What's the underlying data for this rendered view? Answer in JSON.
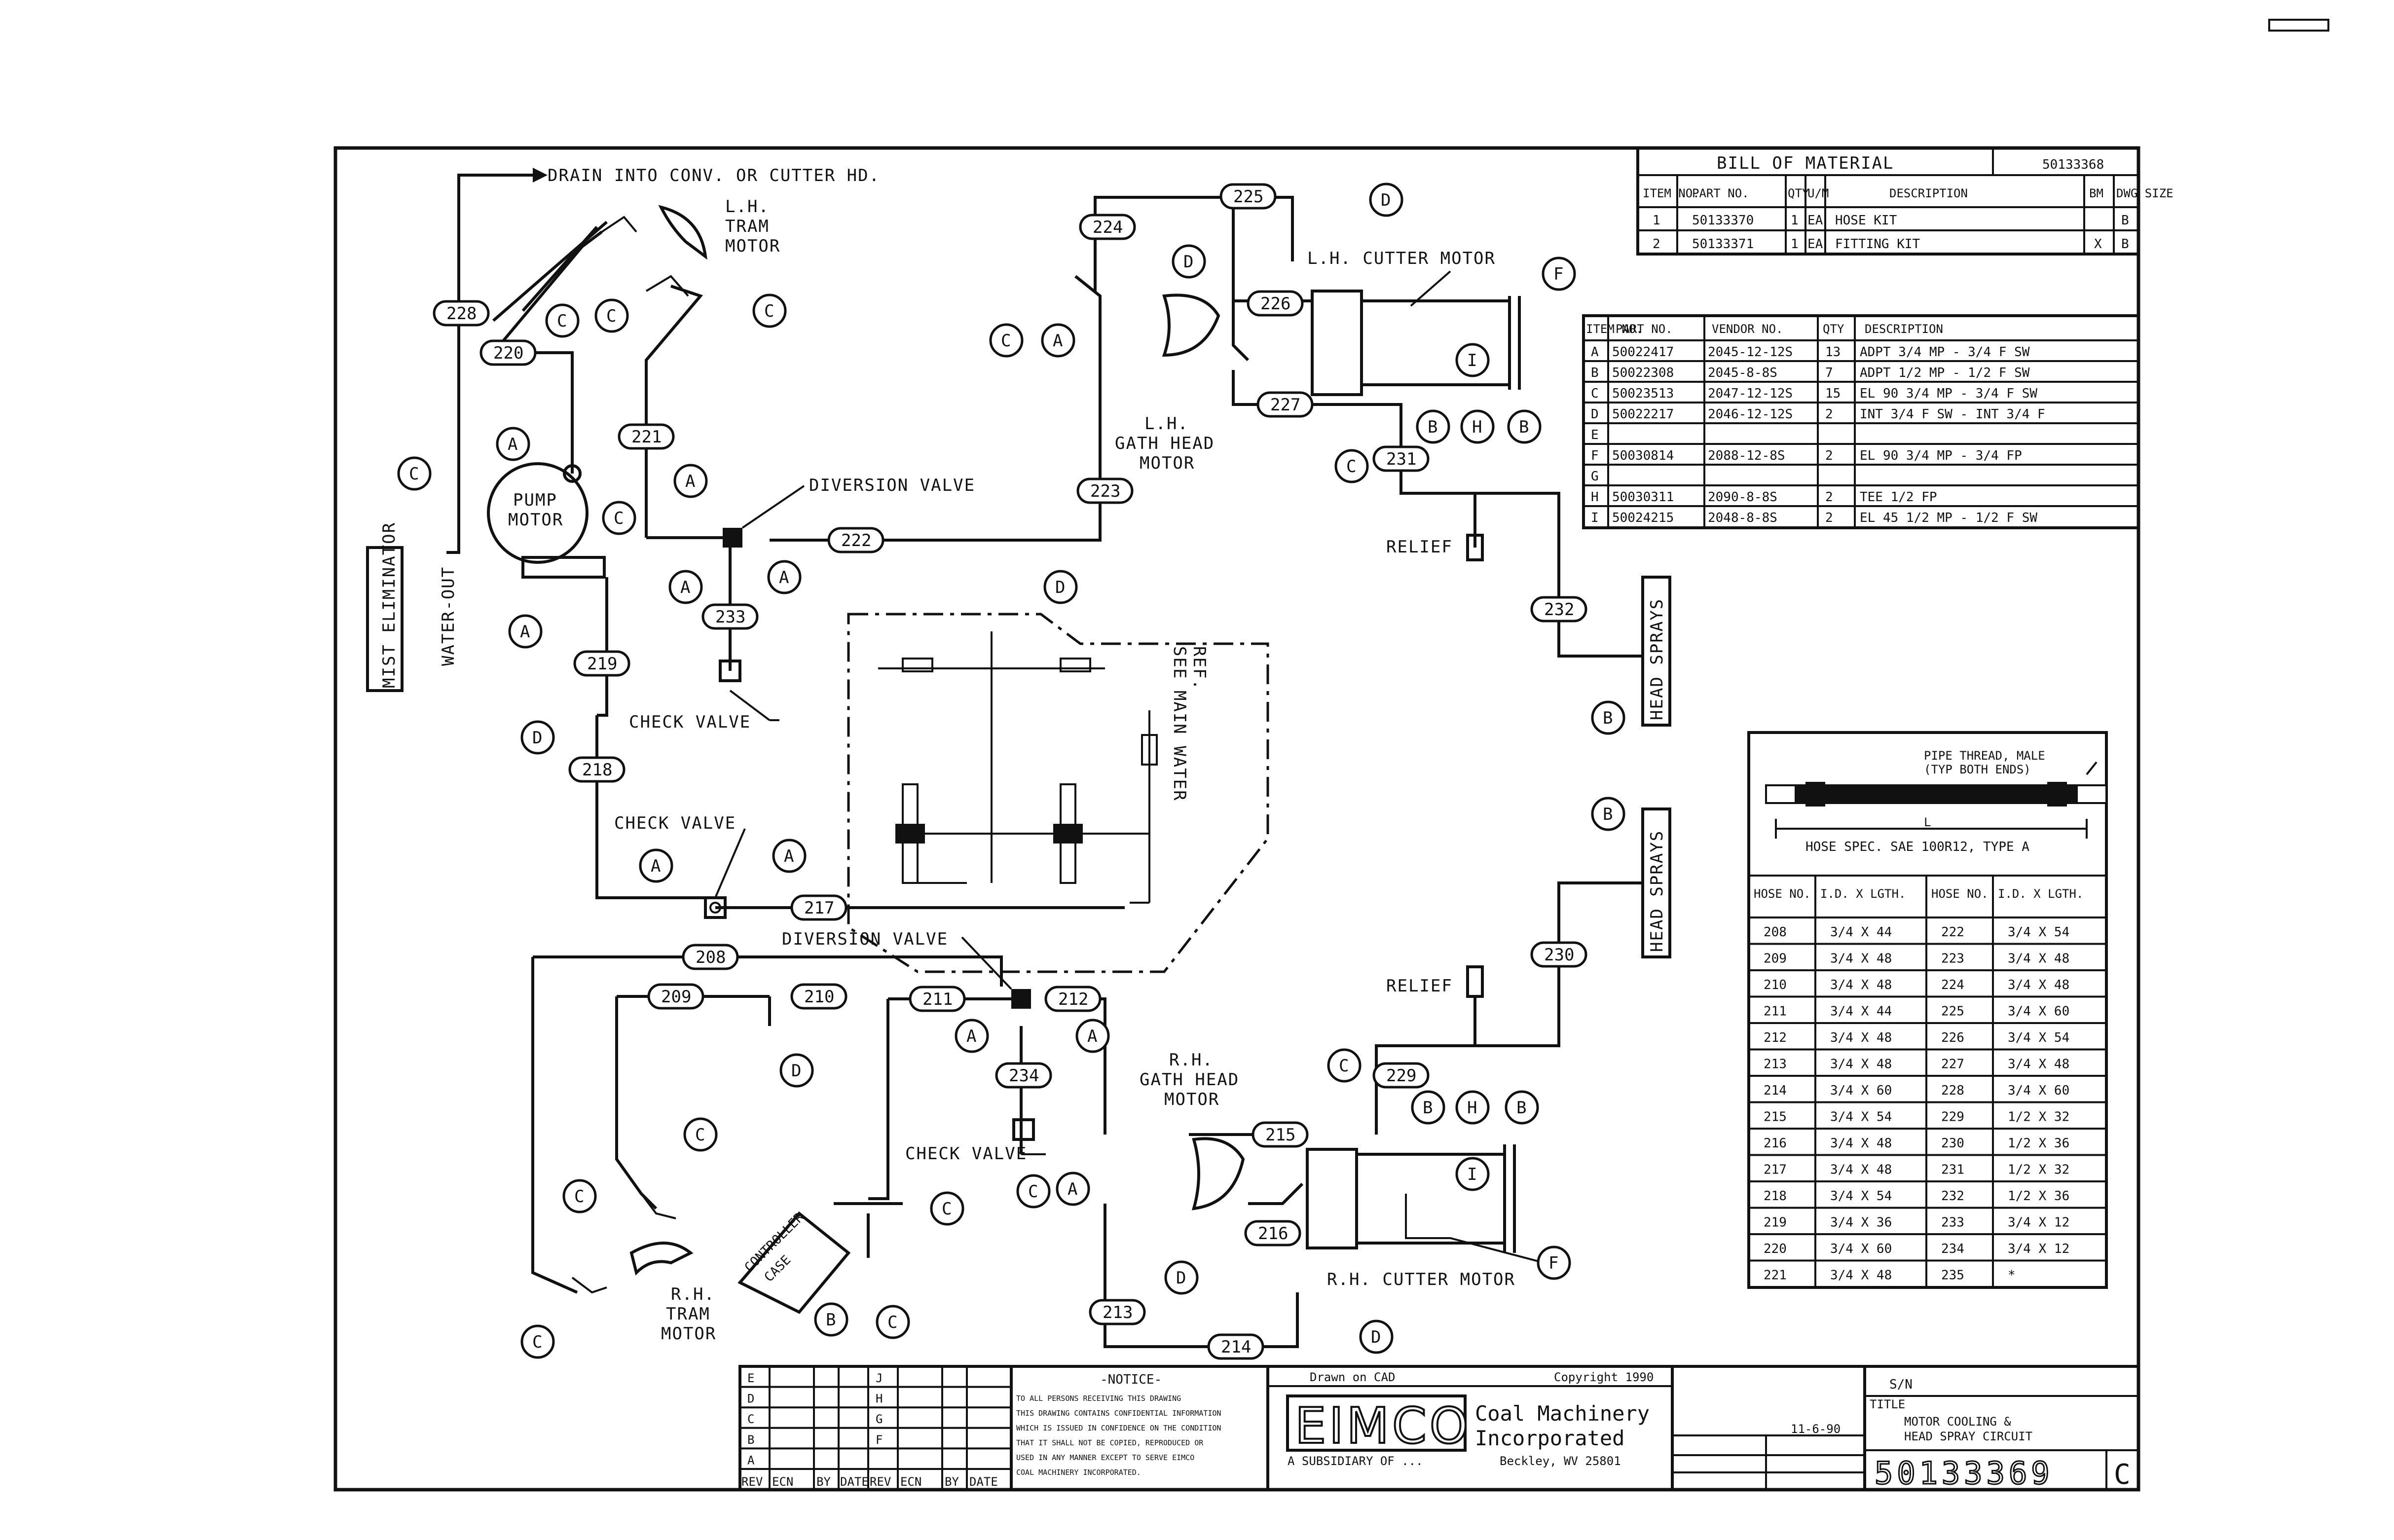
{
  "corner_stamp": "",
  "labels": {
    "drain": "DRAIN INTO CONV. OR CUTTER HD.",
    "lh_tram_motor": [
      "L.H.",
      "TRAM",
      "MOTOR"
    ],
    "pump_motor": [
      "PUMP",
      "MOTOR"
    ],
    "mist_eliminator": "MIST ELIMINATOR",
    "water_out": "WATER-OUT",
    "diversion_valve_top": "DIVERSION VALVE",
    "check_valve_1": "CHECK VALVE",
    "check_valve_2": "CHECK VALVE",
    "check_valve_3": "CHECK VALVE",
    "diversion_valve_bottom": "DIVERSION VALVE",
    "lh_cutter_motor": "L.H. CUTTER MOTOR",
    "lh_gath_head_motor": [
      "L.H.",
      "GATH HEAD",
      "MOTOR"
    ],
    "rh_gath_head_motor": [
      "R.H.",
      "GATH HEAD",
      "MOTOR"
    ],
    "rh_cutter_motor": "R.H. CUTTER MOTOR",
    "rh_tram_motor": [
      "R.H.",
      "TRAM",
      "MOTOR"
    ],
    "relief_1": "RELIEF",
    "relief_2": "RELIEF",
    "head_sprays_1": "HEAD SPRAYS",
    "head_sprays_2": "HEAD SPRAYS",
    "ref_main_water": [
      "REF.",
      "SEE MAIN WATER"
    ],
    "controller_case": [
      "CONTROLLER",
      "CASE"
    ]
  },
  "hose_numbers": {
    "h208": "208",
    "h209": "209",
    "h210": "210",
    "h211": "211",
    "h212": "212",
    "h213": "213",
    "h214": "214",
    "h215": "215",
    "h216": "216",
    "h217": "217",
    "h218": "218",
    "h219": "219",
    "h220": "220",
    "h221": "221",
    "h222": "222",
    "h223": "223",
    "h224": "224",
    "h225": "225",
    "h226": "226",
    "h227": "227",
    "h228": "228",
    "h229": "229",
    "h230": "230",
    "h231": "231",
    "h232": "232",
    "h233": "233",
    "h234": "234"
  },
  "bill_of_material": {
    "title": "BILL OF MATERIAL",
    "dwg_no": "50133368",
    "headers": [
      "ITEM NO.",
      "PART NO.",
      "QTY",
      "U/M",
      "DESCRIPTION",
      "BM",
      "DWG SIZE"
    ],
    "rows": [
      [
        "1",
        "50133370",
        "1",
        "EA",
        "HOSE KIT",
        "",
        "B"
      ],
      [
        "2",
        "50133371",
        "1",
        "EA",
        "FITTING KIT",
        "X",
        "B"
      ]
    ]
  },
  "fittings_table": {
    "headers": [
      "ITEM NO.",
      "PART NO.",
      "VENDOR NO.",
      "QTY",
      "DESCRIPTION"
    ],
    "rows": [
      [
        "A",
        "50022417",
        "2045-12-12S",
        "13",
        "ADPT 3/4 MP - 3/4 F SW"
      ],
      [
        "B",
        "50022308",
        "2045-8-8S",
        "7",
        "ADPT 1/2 MP - 1/2 F SW"
      ],
      [
        "C",
        "50023513",
        "2047-12-12S",
        "15",
        "EL 90 3/4 MP - 3/4 F SW"
      ],
      [
        "D",
        "50022217",
        "2046-12-12S",
        "2",
        "INT 3/4 F SW - INT 3/4 F"
      ],
      [
        "E",
        "",
        "",
        "",
        ""
      ],
      [
        "F",
        "50030814",
        "2088-12-8S",
        "2",
        "EL 90 3/4 MP - 3/4 FP"
      ],
      [
        "G",
        "",
        "",
        "",
        ""
      ],
      [
        "H",
        "50030311",
        "2090-8-8S",
        "2",
        "TEE 1/2 FP"
      ],
      [
        "I",
        "50024215",
        "2048-8-8S",
        "2",
        "EL 45 1/2 MP - 1/2 F SW"
      ]
    ]
  },
  "hose_spec": {
    "pipe_thread_note": [
      "PIPE THREAD, MALE",
      "(TYP BOTH ENDS)"
    ],
    "length_symbol": "L",
    "spec": "HOSE SPEC. SAE 100R12, TYPE A",
    "headers": [
      "HOSE NO.",
      "I.D. X LGTH.",
      "HOSE NO.",
      "I.D. X LGTH."
    ],
    "rows": [
      [
        "208",
        "3/4 X 44",
        "222",
        "3/4 X 54"
      ],
      [
        "209",
        "3/4 X 48",
        "223",
        "3/4 X 48"
      ],
      [
        "210",
        "3/4 X 48",
        "224",
        "3/4 X 48"
      ],
      [
        "211",
        "3/4 X 44",
        "225",
        "3/4 X 60"
      ],
      [
        "212",
        "3/4 X 48",
        "226",
        "3/4 X 54"
      ],
      [
        "213",
        "3/4 X 48",
        "227",
        "3/4 X 48"
      ],
      [
        "214",
        "3/4 X 60",
        "228",
        "3/4 X 60"
      ],
      [
        "215",
        "3/4 X 54",
        "229",
        "1/2 X 32"
      ],
      [
        "216",
        "3/4 X 48",
        "230",
        "1/2 X 36"
      ],
      [
        "217",
        "3/4 X 48",
        "231",
        "1/2 X 32"
      ],
      [
        "218",
        "3/4 X 54",
        "232",
        "1/2 X 36"
      ],
      [
        "219",
        "3/4 X 36",
        "233",
        "3/4 X 12"
      ],
      [
        "220",
        "3/4 X 60",
        "234",
        "3/4 X 12"
      ],
      [
        "221",
        "3/4 X 48",
        "235",
        "*"
      ]
    ]
  },
  "title_block": {
    "notice_title": "-NOTICE-",
    "notice_text": [
      "TO ALL PERSONS RECEIVING THIS DRAWING",
      "THIS DRAWING CONTAINS CONFIDENTIAL INFORMATION",
      "WHICH IS ISSUED IN CONFIDENCE ON THE CONDITION",
      "THAT IT SHALL NOT BE COPIED, REPRODUCED OR",
      "USED IN ANY MANNER EXCEPT TO SERVE EIMCO",
      "COAL MACHINERY INCORPORATED."
    ],
    "revision_headers": [
      "REV",
      "ECN",
      "BY",
      "DATE",
      "REV",
      "ECN",
      "BY",
      "DATE"
    ],
    "revision_letters": [
      "E",
      "D",
      "C",
      "B",
      "A",
      "J",
      "H",
      "G",
      "F"
    ],
    "drawn_on": "Drawn on CAD",
    "copyright": "Copyright 1990",
    "company": [
      "Coal Machinery",
      "Incorporated"
    ],
    "logo": "EIMCO",
    "address": "Beckley, WV 25801",
    "subsidiary": "A SUBSIDIARY OF ...",
    "model": "S/N",
    "title_label": "TITLE",
    "title": [
      "MOTOR COOLING &",
      "HEAD SPRAY CIRCUIT"
    ],
    "drawing_number": "50133369",
    "size": "C",
    "date": "11-6-90"
  }
}
